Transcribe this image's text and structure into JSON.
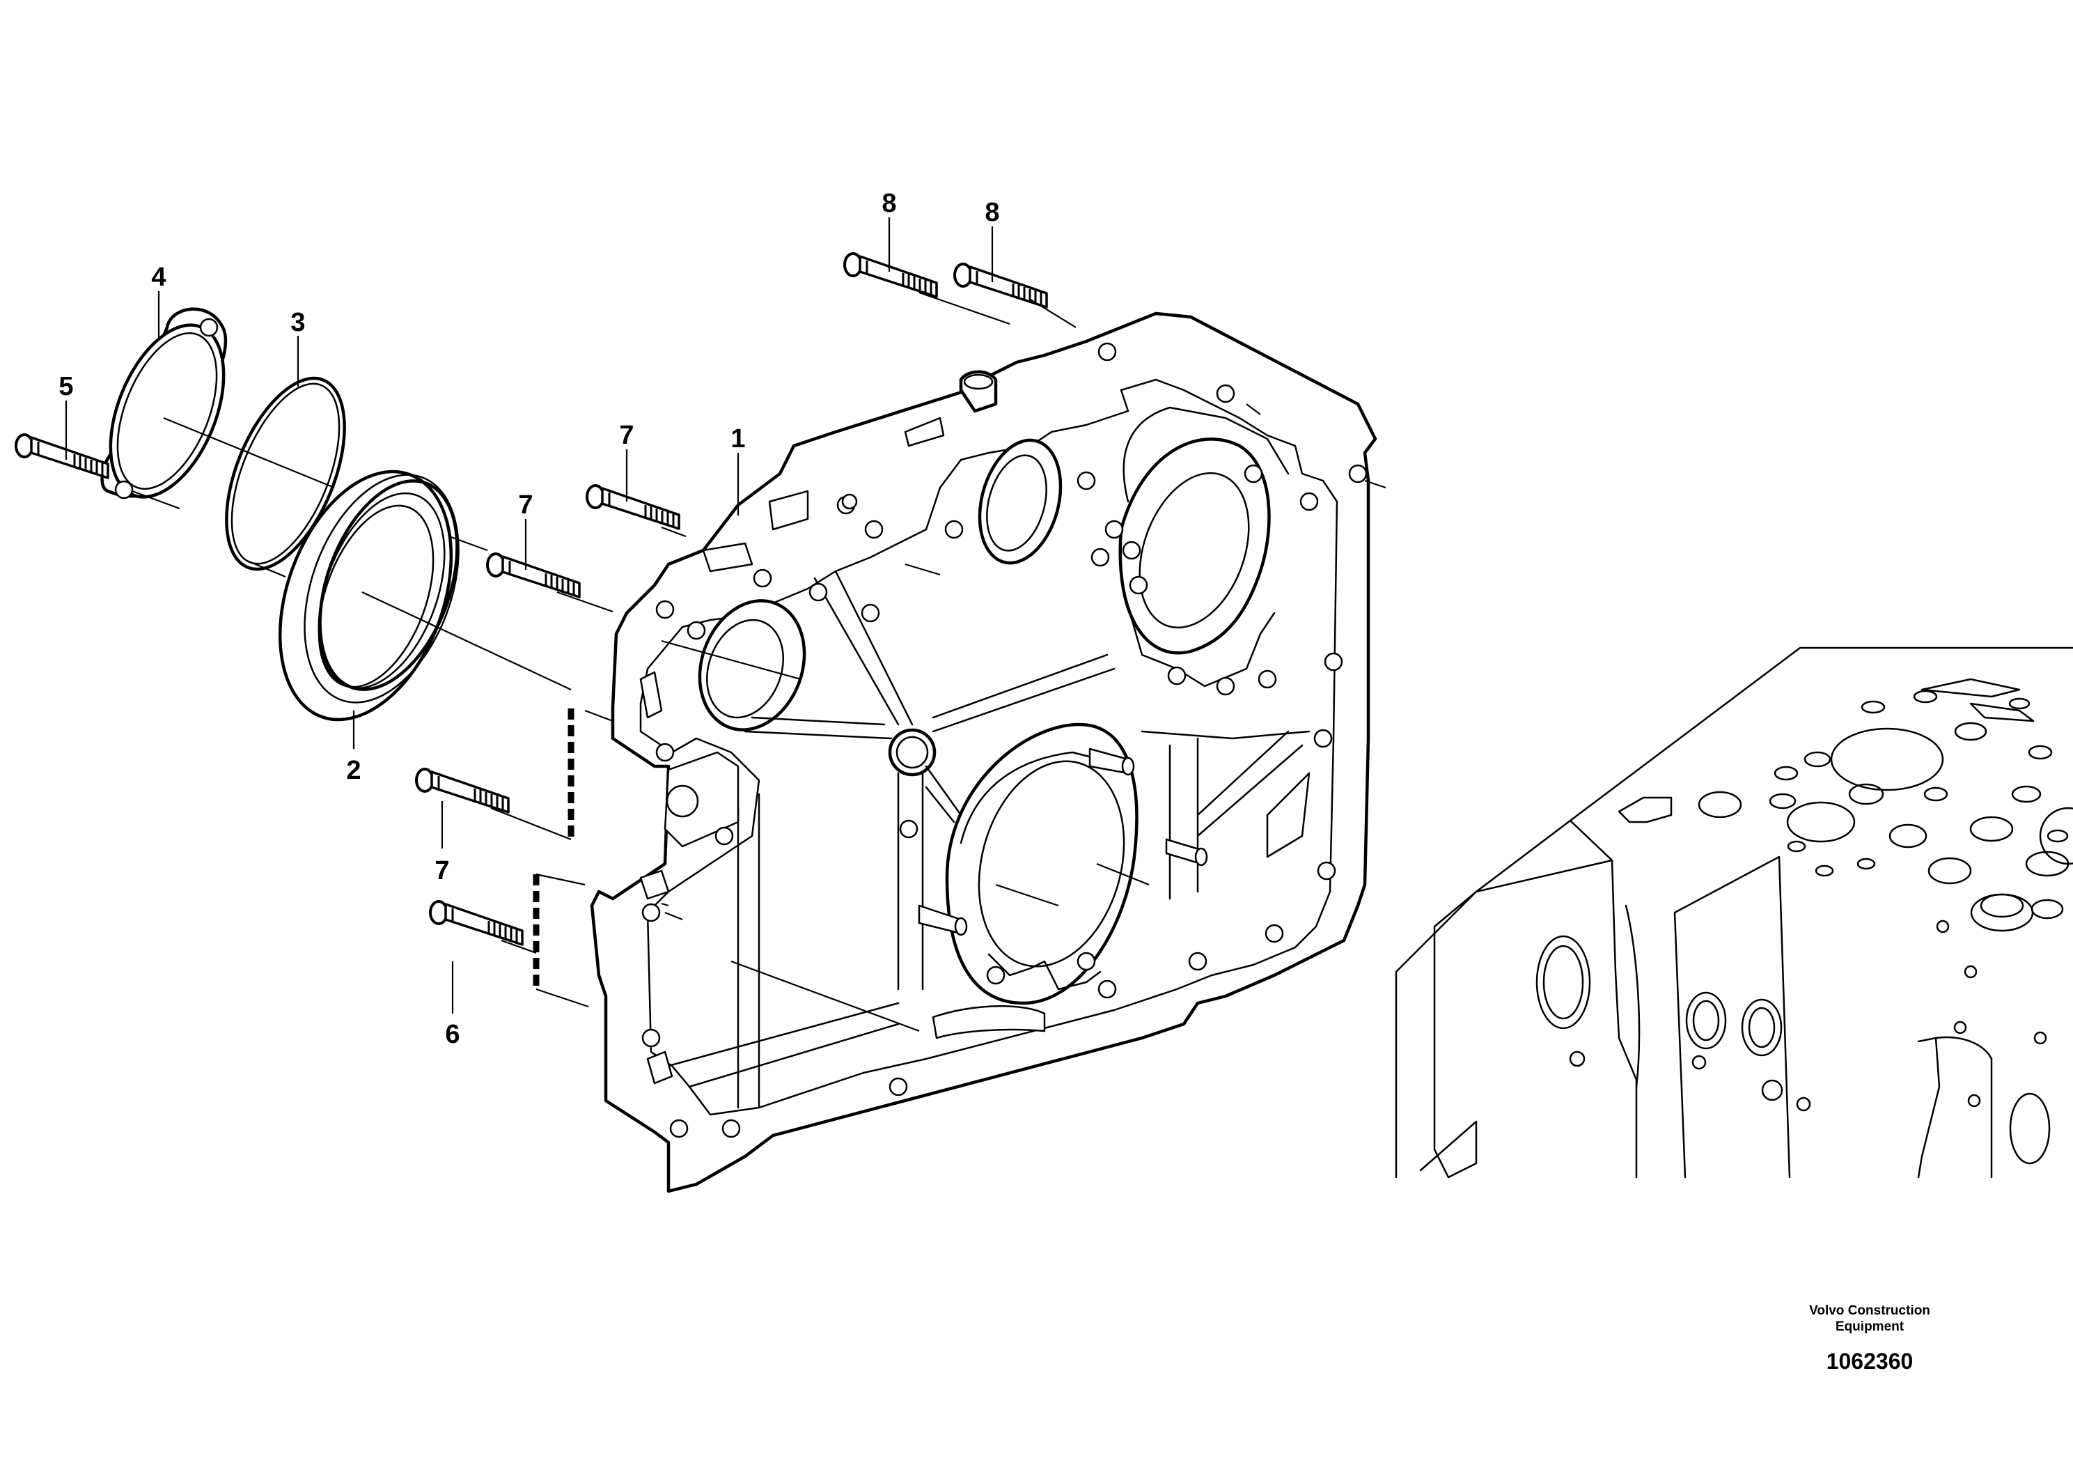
{
  "callouts": [
    {
      "id": "1",
      "label": "1"
    },
    {
      "id": "2",
      "label": "2"
    },
    {
      "id": "3",
      "label": "3"
    },
    {
      "id": "4",
      "label": "4"
    },
    {
      "id": "5",
      "label": "5"
    },
    {
      "id": "6",
      "label": "6"
    },
    {
      "id": "7a",
      "label": "7"
    },
    {
      "id": "7b",
      "label": "7"
    },
    {
      "id": "7c",
      "label": "7"
    },
    {
      "id": "8a",
      "label": "8"
    },
    {
      "id": "8b",
      "label": "8"
    }
  ],
  "credit": {
    "line1": "Volvo Construction",
    "line2": "Equipment",
    "number": "1062360"
  }
}
